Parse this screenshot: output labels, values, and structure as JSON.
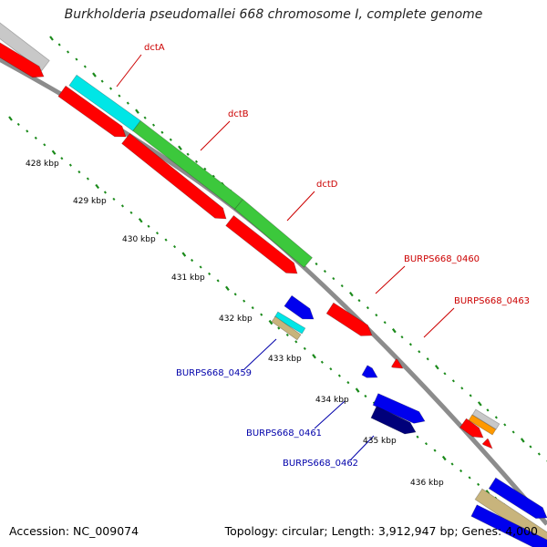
{
  "title": "Burkholderia pseudomallei 668 chromosome I, complete genome",
  "accession_text": "Accession: NC_009074",
  "summary_text": "Topology: circular; Length: 3,912,947 bp; Genes: 4,000",
  "colors": {
    "backbone": "#8c8c8c",
    "tick": "#1a8a1a",
    "forward_label": "#cc0000",
    "reverse_label": "#0000aa",
    "red": "#ff0000",
    "green": "#3cc83c",
    "cyan": "#00e6e6",
    "blue": "#0000ee",
    "navy": "#00007a",
    "tan": "#c8b47c",
    "gray": "#c8c8c8",
    "orange": "#ff9900"
  },
  "ruler": {
    "unit": "kbp",
    "ticks": [
      "428 kbp",
      "429 kbp",
      "430 kbp",
      "431 kbp",
      "432 kbp",
      "433 kbp",
      "434 kbp",
      "435 kbp",
      "436 kbp"
    ]
  },
  "gene_labels": [
    {
      "text": "dctA",
      "strand": "forward"
    },
    {
      "text": "dctB",
      "strand": "forward"
    },
    {
      "text": "dctD",
      "strand": "forward"
    },
    {
      "text": "BURPS668_0460",
      "strand": "forward"
    },
    {
      "text": "BURPS668_0463",
      "strand": "forward"
    },
    {
      "text": "BURPS668_0459",
      "strand": "reverse"
    },
    {
      "text": "BURPS668_0461",
      "strand": "reverse"
    },
    {
      "text": "BURPS668_0462",
      "strand": "reverse"
    }
  ]
}
